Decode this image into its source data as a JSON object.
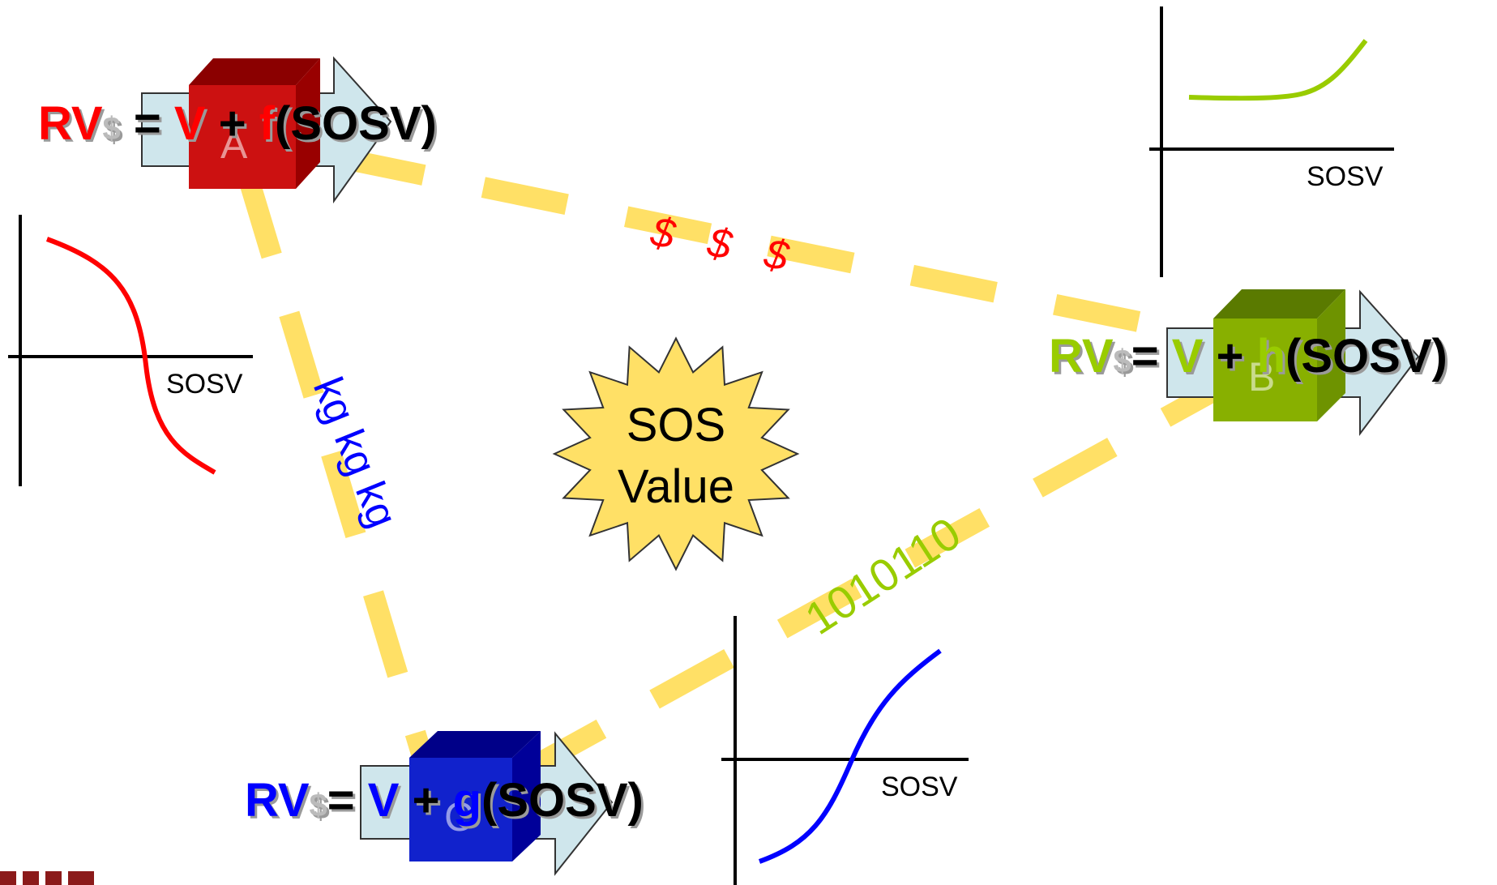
{
  "colors": {
    "red": "#ff0000",
    "green": "#99cc00",
    "blue": "#0000ff",
    "dash": "#ffe066",
    "burst": "#ffe066",
    "arrow": "#cfe6ec",
    "box_red": "#cc1111",
    "box_green": "#88b000",
    "box_blue": "#1122cc"
  },
  "center": {
    "line1": "SOS",
    "line2": "Value"
  },
  "nodes": {
    "a": {
      "letter": "A",
      "rv": "RV",
      "sup": "$",
      "eq": "=",
      "v": "V",
      "plus": "+",
      "fn": "f",
      "arg": "(SOSV)"
    },
    "b": {
      "letter": "B",
      "rv": "RV",
      "sup": "$",
      "eq": "=",
      "v": "V",
      "plus": "+",
      "fn": "h",
      "arg": "(SOSV)"
    },
    "c": {
      "letter": "C",
      "rv": "RV",
      "sup": "$",
      "eq": "=",
      "v": "V",
      "plus": "+",
      "fn": "g",
      "arg": "(SOSV)"
    }
  },
  "edges": {
    "ab_label": [
      "$",
      "$",
      "$"
    ],
    "ac_label": "kg kg kg",
    "bc_label": "1010110"
  },
  "plots": {
    "left": {
      "xlabel": "SOSV",
      "curve_color": "#ff0000",
      "shape": "decreasing-sigmoid"
    },
    "top_right": {
      "xlabel": "SOSV",
      "curve_color": "#99cc00",
      "shape": "flat-then-rising"
    },
    "bottom": {
      "xlabel": "SOSV",
      "curve_color": "#0000ff",
      "shape": "increasing-sigmoid"
    }
  },
  "icons": [
    "arrow-icon",
    "cube-icon",
    "starburst-icon",
    "logo-icon"
  ]
}
